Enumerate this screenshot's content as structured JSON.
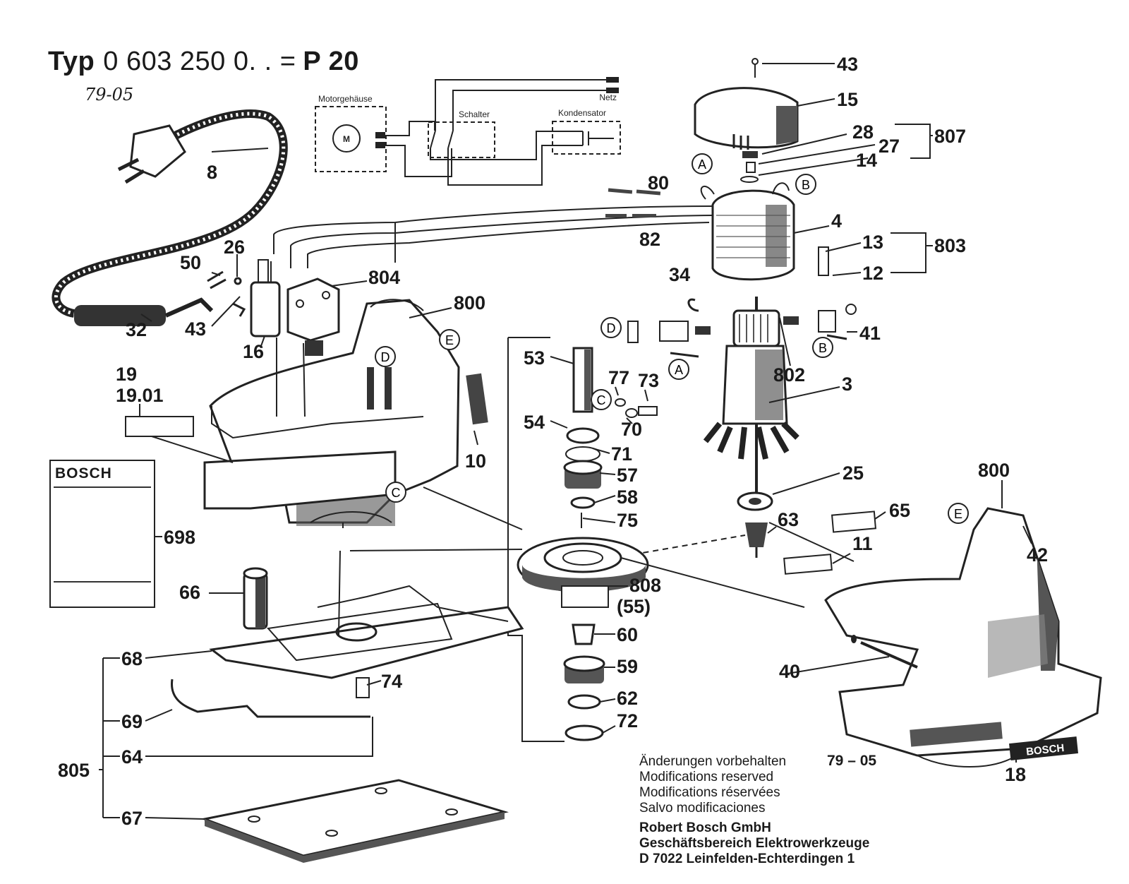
{
  "header": {
    "typ_label": "Typ",
    "type_code": "0 603 250 0. . =",
    "model": "P 20",
    "handwritten_date": "79-05"
  },
  "wiring": {
    "motor_housing": "Motorgehäuse",
    "motor_symbol": "M",
    "switch": "Schalter",
    "capacitor": "Kondensator",
    "mains": "Netz"
  },
  "manual_brand": "BOSCH",
  "badge_brand": "BOSCH",
  "markers": [
    "A",
    "B",
    "C",
    "D",
    "E"
  ],
  "part_numbers": {
    "p43_top": "43",
    "p15": "15",
    "p28": "28",
    "p27": "27",
    "p807": "807",
    "p14": "14",
    "p80": "80",
    "p82": "82",
    "p4": "4",
    "p13": "13",
    "p803": "803",
    "p12": "12",
    "p34": "34",
    "p41": "41",
    "p802": "802",
    "p3": "3",
    "p8": "8",
    "p26": "26",
    "p50": "50",
    "p804": "804",
    "p800_left": "800",
    "p32": "32",
    "p43_left": "43",
    "p16": "16",
    "p19": "19",
    "p19_01": "19.01",
    "p10": "10",
    "p53": "53",
    "p77": "77",
    "p73": "73",
    "p70": "70",
    "p54": "54",
    "p71": "71",
    "p57": "57",
    "p58": "58",
    "p75": "75",
    "p25": "25",
    "p65": "65",
    "p63": "63",
    "p11": "11",
    "p800_right": "800",
    "p42": "42",
    "p698": "698",
    "p66": "66",
    "p808": "808",
    "p55": "(55)",
    "p60": "60",
    "p59": "59",
    "p62": "62",
    "p72": "72",
    "p40": "40",
    "p68": "68",
    "p69": "69",
    "p64": "64",
    "p805": "805",
    "p67": "67",
    "p74": "74",
    "p18": "18"
  },
  "footer": {
    "line_de": "Änderungen vorbehalten",
    "line_en": "Modifications reserved",
    "line_fr": "Modifications réservées",
    "line_es": "Salvo modificaciones",
    "company": "Robert Bosch GmbH",
    "division": "Geschäftsbereich Elektrowerkzeuge",
    "address": "D 7022 Leinfelden-Echterdingen 1",
    "date": "79 – 05"
  }
}
